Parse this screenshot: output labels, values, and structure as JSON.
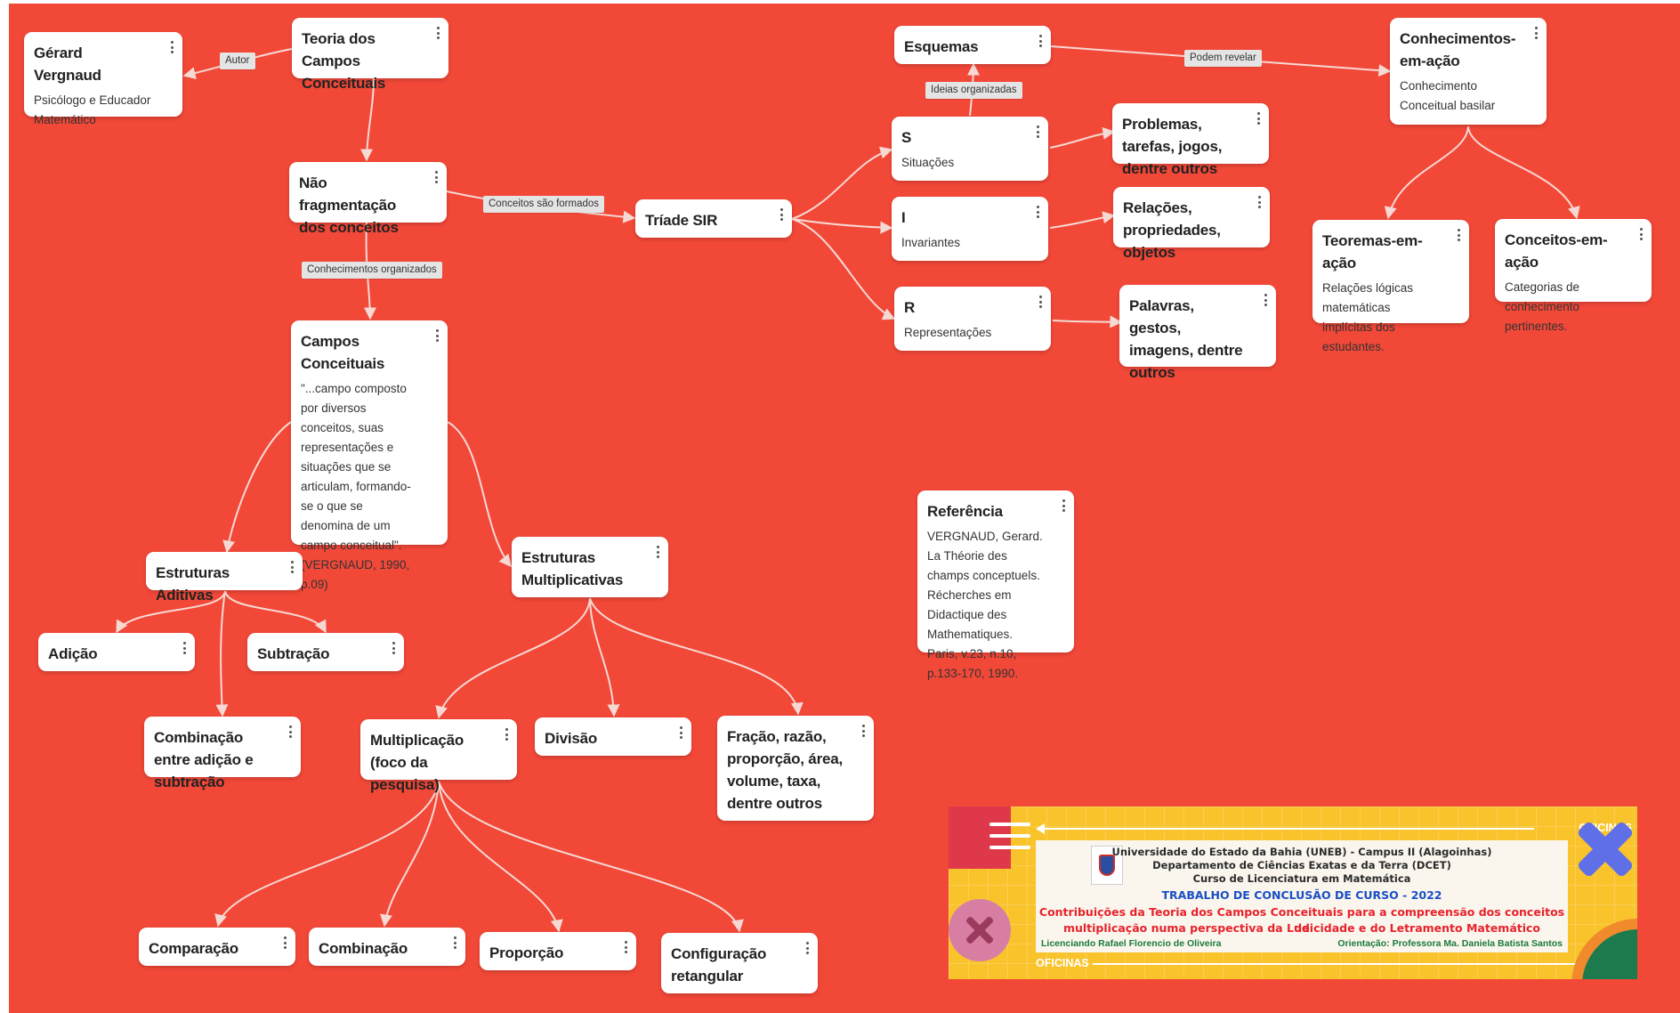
{
  "nodes": {
    "vergnaud": {
      "title": "Gérard Vergnaud",
      "body": "Psicólogo e Educador Matemático"
    },
    "teoria": {
      "title": "Teoria dos Campos Conceituais",
      "body": ""
    },
    "naofrag": {
      "title": "Não fragmentação dos conceitos",
      "body": ""
    },
    "triade": {
      "title": "Tríade SIR",
      "body": ""
    },
    "campos": {
      "title": "Campos Conceituais",
      "body": "\"...campo composto por diversos conceitos, suas representações e situações que se articulam, formando-se o que se denomina de um campo conceitual\". (VERGNAUD, 1990, p.09)"
    },
    "esquemas": {
      "title": "Esquemas",
      "body": ""
    },
    "s": {
      "title": "S",
      "body": "Situações"
    },
    "i": {
      "title": "I",
      "body": "Invariantes"
    },
    "r": {
      "title": "R",
      "body": "Representações"
    },
    "problemas": {
      "title": "Problemas, tarefas, jogos, dentre outros",
      "body": ""
    },
    "relacoes": {
      "title": "Relações, propriedades, objetos",
      "body": ""
    },
    "palavras": {
      "title": "Palavras, gestos, imagens, dentre outros",
      "body": ""
    },
    "conhecimentos": {
      "title": "Conhecimentos-em-ação",
      "body": "Conhecimento Conceitual basilar"
    },
    "teoremas": {
      "title": "Teoremas-em-ação",
      "body": "Relações lógicas matemáticas implícitas dos estudantes."
    },
    "conceitos": {
      "title": "Conceitos-em-ação",
      "body": "Categorias de conhecimento pertinentes."
    },
    "referencia": {
      "title": "Referência",
      "body": "VERGNAUD, Gerard. La Théorie des champs conceptuels. Récherches em Didactique des Mathematiques. Paris, v.23, n.10, p.133-170, 1990."
    },
    "aditivas": {
      "title": "Estruturas Aditivas",
      "body": ""
    },
    "multiplicativas": {
      "title": "Estruturas Multiplicativas",
      "body": ""
    },
    "adicao": {
      "title": "Adição",
      "body": ""
    },
    "subtracao": {
      "title": "Subtração",
      "body": ""
    },
    "combinacaoAS": {
      "title": "Combinação entre adição e subtração",
      "body": ""
    },
    "multiplicacao": {
      "title": "Multiplicação (foco da pesquisa)",
      "body": ""
    },
    "divisao": {
      "title": "Divisão",
      "body": ""
    },
    "fracao": {
      "title": "Fração, razão, proporção, área, volume, taxa, dentre outros",
      "body": ""
    },
    "comparacao": {
      "title": "Comparação",
      "body": ""
    },
    "combinacao": {
      "title": "Combinação",
      "body": ""
    },
    "proporcao": {
      "title": "Proporção",
      "body": ""
    },
    "configuracao": {
      "title": "Configuração retangular",
      "body": ""
    }
  },
  "edge_labels": {
    "autor": "Autor",
    "conceitos_formados": "Conceitos são formados",
    "conhecimentos_organizados": "Conhecimentos organizados",
    "ideias_organizadas": "Ideias organizadas",
    "podem_revelar": "Podem revelar"
  },
  "banner": {
    "oficinas_top": "OFICINAS",
    "oficinas_bottom": "OFICINAS",
    "institution": "Universidade do Estado da Bahia (UNEB) - Campus II (Alagoinhas)",
    "department": "Departamento de Ciências Exatas e da Terra (DCET)",
    "course": "Curso de Licenciatura em Matemática",
    "tcc": "TRABALHO DE CONCLUSÃO DE CURSO - 2022",
    "title_line1": "Contribuições da Teoria dos Campos Conceituais para a compreensão dos conceitos de",
    "title_line2": "multiplicação numa perspectiva da Ludicidade e do Letramento Matemático",
    "author": "Licenciando Rafael Florencio de Oliveira",
    "advisor": "Orientação: Professora Ma. Daniela Batista Santos"
  },
  "colors": {
    "background": "#f24838",
    "node": "#ffffff",
    "edge": "#f7d9d3",
    "edge_label_bg": "#e4e4e4",
    "banner_bg": "#f9c32b",
    "banner_tcc": "#1b4fc4",
    "banner_title": "#e8222b",
    "banner_names": "#1b7a3a"
  },
  "icons": {
    "node_menu": "kebab-menu-icon",
    "banner_logo": "uneb-logo",
    "banner_close": "x-icon"
  }
}
